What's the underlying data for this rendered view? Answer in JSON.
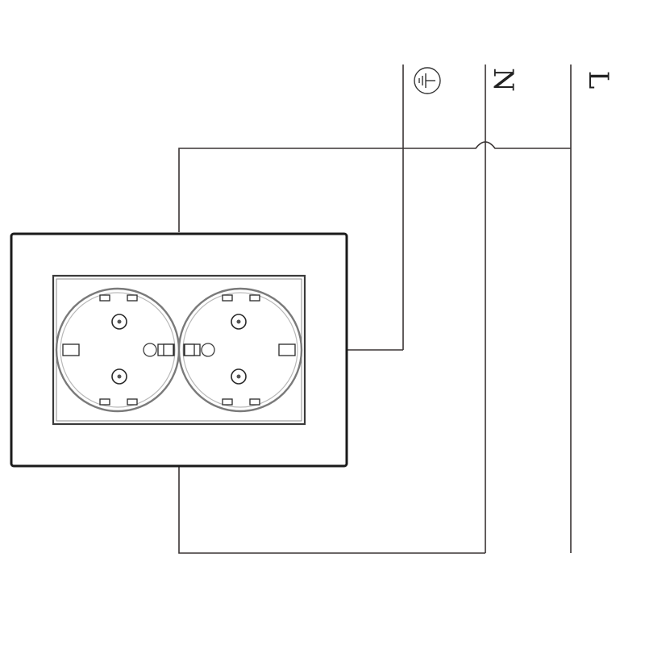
{
  "terminals": {
    "earth": {
      "symbol": "protective-earth"
    },
    "neutral": {
      "label": "N"
    },
    "live": {
      "label": "L"
    }
  },
  "socket": {
    "type": "double-schuko",
    "outlets": 2
  },
  "colors": {
    "wire": "#3a3434",
    "frame": "#1a1a1a"
  }
}
